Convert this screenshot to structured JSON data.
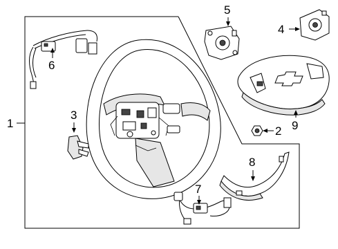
{
  "callouts": {
    "c1": "1",
    "c2": "2",
    "c3": "3",
    "c4": "4",
    "c5": "5",
    "c6": "6",
    "c7": "7",
    "c8": "8",
    "c9": "9"
  },
  "colors": {
    "line": "#000000",
    "background": "#ffffff",
    "fill_light": "#e6e6e6",
    "fill_dark": "#444444"
  }
}
